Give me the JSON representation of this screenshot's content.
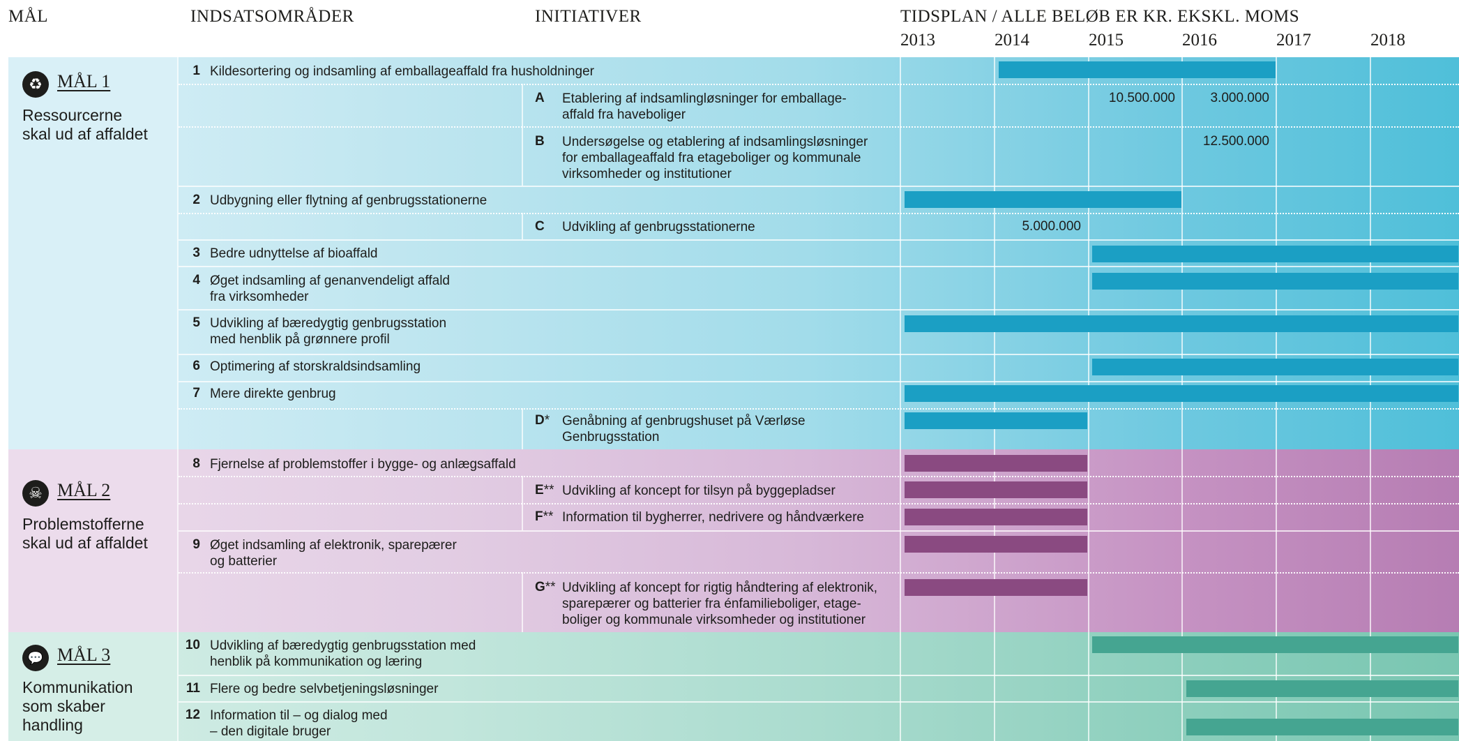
{
  "headers": {
    "maal": "MÅL",
    "indsats": "INDSATSOMRÅDER",
    "initiativer": "INITIATIVER",
    "tidsplan": "TIDSPLAN / ALLE BELØB ER KR. EKSKL. MOMS"
  },
  "years": [
    "2013",
    "2014",
    "2015",
    "2016",
    "2017",
    "2018"
  ],
  "colors": {
    "goal1_bar": "#1b9fc4",
    "goal2_bar": "#8a4a81",
    "goal3_bar": "#45a591",
    "goal1_bg": "#bfe6f0",
    "goal2_bg": "#e6d3e6",
    "goal3_bg": "#bfe6dc"
  },
  "goals": [
    {
      "icon": "recycle-icon",
      "glyph": "♻",
      "label": "MÅL 1",
      "title": "Ressourcerne\nskal ud af affaldet"
    },
    {
      "icon": "skull-icon",
      "glyph": "☠",
      "label": "MÅL 2",
      "title": "Problemstofferne\nskal ud af affaldet"
    },
    {
      "icon": "speech-bubble-icon",
      "glyph": "💬",
      "label": "MÅL 3",
      "title": "Kommunikation\nsom skaber\nhandling"
    }
  ],
  "rows": [
    {
      "kind": "area",
      "num": "1",
      "text": "Kildesortering og indsamling af emballageaffald fra husholdninger",
      "bar": {
        "start": 2014.0,
        "end": 2016.95
      }
    },
    {
      "kind": "init",
      "letter": "A",
      "ast": "",
      "text": "Etablering af indsamlingløsninger for emballage-\naffald fra haveboliger",
      "amounts": [
        {
          "year": 2015,
          "value": "10.500.000"
        },
        {
          "year": 2016,
          "value": "3.000.000"
        }
      ]
    },
    {
      "kind": "init",
      "letter": "B",
      "ast": "",
      "text": "Undersøgelse og etablering af indsamlingsløsninger\nfor emballageaffald fra etageboliger og kommunale\nvirksomheder og institutioner",
      "amounts": [
        {
          "year": 2016,
          "value": "12.500.000"
        }
      ]
    },
    {
      "kind": "area",
      "num": "2",
      "text": "Udbygning eller flytning af genbrugsstationerne",
      "bar": {
        "start": 2013.0,
        "end": 2015.95
      }
    },
    {
      "kind": "init",
      "letter": "C",
      "ast": "",
      "text": "Udvikling af genbrugsstationerne",
      "amounts": [
        {
          "year": 2014,
          "value": "5.000.000"
        }
      ]
    },
    {
      "kind": "area",
      "num": "3",
      "text": "Bedre udnyttelse af bioaffald",
      "bar": {
        "start": 2015.0,
        "end": 2018.9
      }
    },
    {
      "kind": "area",
      "num": "4",
      "text": "Øget indsamling af genanvendeligt affald\nfra virksomheder",
      "bar": {
        "start": 2015.0,
        "end": 2018.9
      }
    },
    {
      "kind": "area",
      "num": "5",
      "text": "Udvikling af bæredygtig genbrugsstation\nmed henblik på grønnere profil",
      "bar": {
        "start": 2013.0,
        "end": 2018.9
      }
    },
    {
      "kind": "area",
      "num": "6",
      "text": "Optimering af storskraldsindsamling",
      "bar": {
        "start": 2015.0,
        "end": 2018.9
      }
    },
    {
      "kind": "area",
      "num": "7",
      "text": "Mere direkte genbrug",
      "bar": {
        "start": 2013.0,
        "end": 2018.9
      }
    },
    {
      "kind": "init",
      "letter": "D",
      "ast": "*",
      "text": "Genåbning af genbrugshuset på Værløse\nGenbrugsstation",
      "bar": {
        "start": 2013.0,
        "end": 2014.95
      }
    },
    {
      "kind": "area",
      "num": "8",
      "text": "Fjernelse af problemstoffer i bygge- og anlægsaffald",
      "bar": {
        "start": 2013.0,
        "end": 2014.95
      }
    },
    {
      "kind": "init",
      "letter": "E",
      "ast": "**",
      "text": "Udvikling af koncept for tilsyn på byggepladser",
      "bar": {
        "start": 2013.0,
        "end": 2014.95
      }
    },
    {
      "kind": "init",
      "letter": "F",
      "ast": "**",
      "text": "Information til bygherrer, nedrivere og håndværkere",
      "bar": {
        "start": 2013.0,
        "end": 2014.95
      }
    },
    {
      "kind": "area",
      "num": "9",
      "text": "Øget indsamling af elektronik, sparepærer\nog batterier",
      "bar": {
        "start": 2013.0,
        "end": 2014.95
      }
    },
    {
      "kind": "init",
      "letter": "G",
      "ast": "**",
      "text": "Udvikling af koncept for rigtig håndtering af elektronik,\nsparepærer og batterier fra énfamilieboliger, etage-\nboliger og kommunale virksomheder og institutioner",
      "bar": {
        "start": 2013.0,
        "end": 2014.95
      }
    },
    {
      "kind": "area",
      "num": "10",
      "text": "Udvikling af bæredygtig genbrugsstation med\nhenblik på kommunikation og læring",
      "bar": {
        "start": 2015.0,
        "end": 2018.9
      }
    },
    {
      "kind": "area",
      "num": "11",
      "text": "Flere og bedre selvbetjeningsløsninger",
      "bar": {
        "start": 2016.0,
        "end": 2018.9
      }
    },
    {
      "kind": "area",
      "num": "12",
      "text": "Information til – og dialog med\n– den digitale bruger",
      "bar": {
        "start": 2016.0,
        "end": 2018.9
      }
    }
  ]
}
